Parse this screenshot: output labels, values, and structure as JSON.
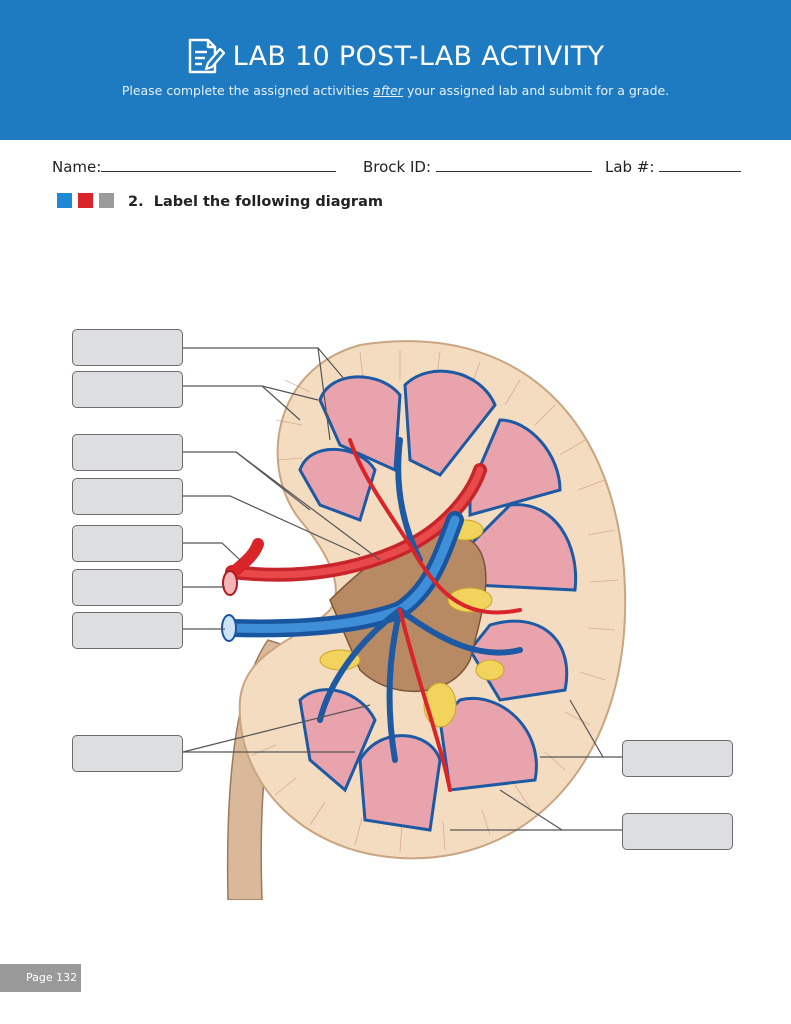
{
  "header": {
    "title": "LAB 10 POST-LAB ACTIVITY",
    "subtitle_before": "Please complete the assigned activities",
    "subtitle_emphasis": "after",
    "subtitle_after": "your assigned lab and submit for a grade."
  },
  "form": {
    "name_label": "Name:",
    "brock_id_label": "Brock ID:",
    "lab_label": "Lab #:"
  },
  "question": {
    "number": "2.",
    "text": "Label the following diagram"
  },
  "legend_colors": [
    "#1e88d4",
    "#d9252a",
    "#9b9b9b"
  ],
  "footer": {
    "page": "Page 132"
  }
}
